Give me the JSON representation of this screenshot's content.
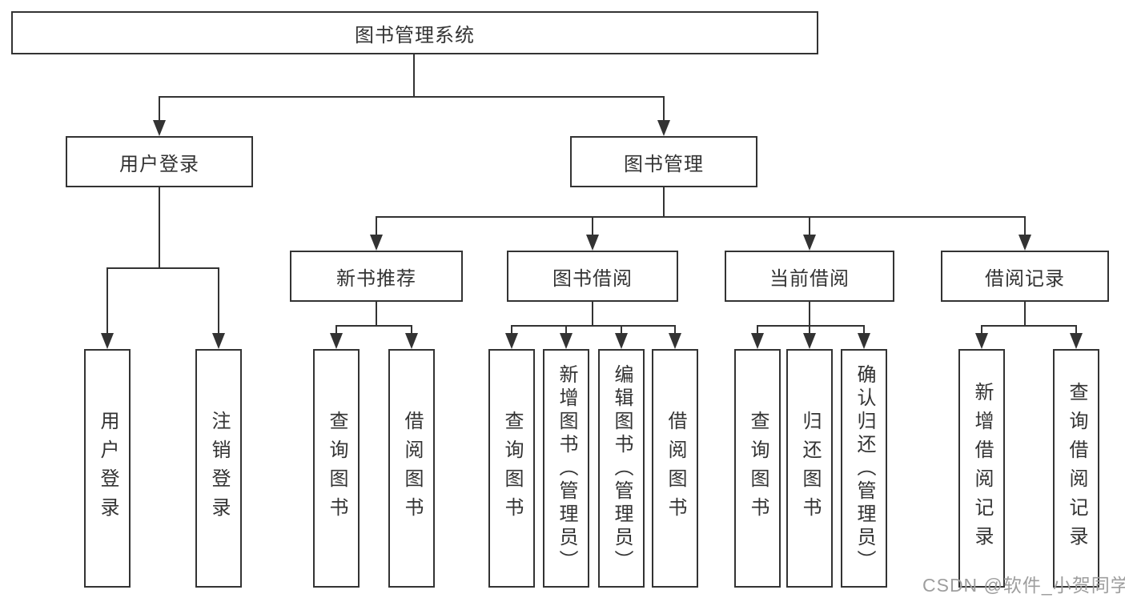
{
  "tree": {
    "label": "图书管理系统",
    "children": [
      {
        "label": "用户登录",
        "children": [
          {
            "label": "用户登录"
          },
          {
            "label": "注销登录"
          }
        ]
      },
      {
        "label": "图书管理",
        "children": [
          {
            "label": "新书推荐",
            "children": [
              {
                "label": "查询图书"
              },
              {
                "label": "借阅图书"
              }
            ]
          },
          {
            "label": "图书借阅",
            "children": [
              {
                "label": "查询图书"
              },
              {
                "label": "新增图书（管理员）"
              },
              {
                "label": "编辑图书（管理员）"
              },
              {
                "label": "借阅图书"
              }
            ]
          },
          {
            "label": "当前借阅",
            "children": [
              {
                "label": "查询图书"
              },
              {
                "label": "归还图书"
              },
              {
                "label": "确认归还（管理员）"
              }
            ]
          },
          {
            "label": "借阅记录",
            "children": [
              {
                "label": "新增借阅记录"
              },
              {
                "label": "查询借阅记录"
              }
            ]
          }
        ]
      }
    ]
  },
  "watermark": {
    "text": "CSDN @软件_小贺同学"
  },
  "colors": {
    "line": "#333333",
    "box_border": "#333333",
    "text": "#333333",
    "background": "#ffffff",
    "watermark": "#9e9e9e"
  }
}
